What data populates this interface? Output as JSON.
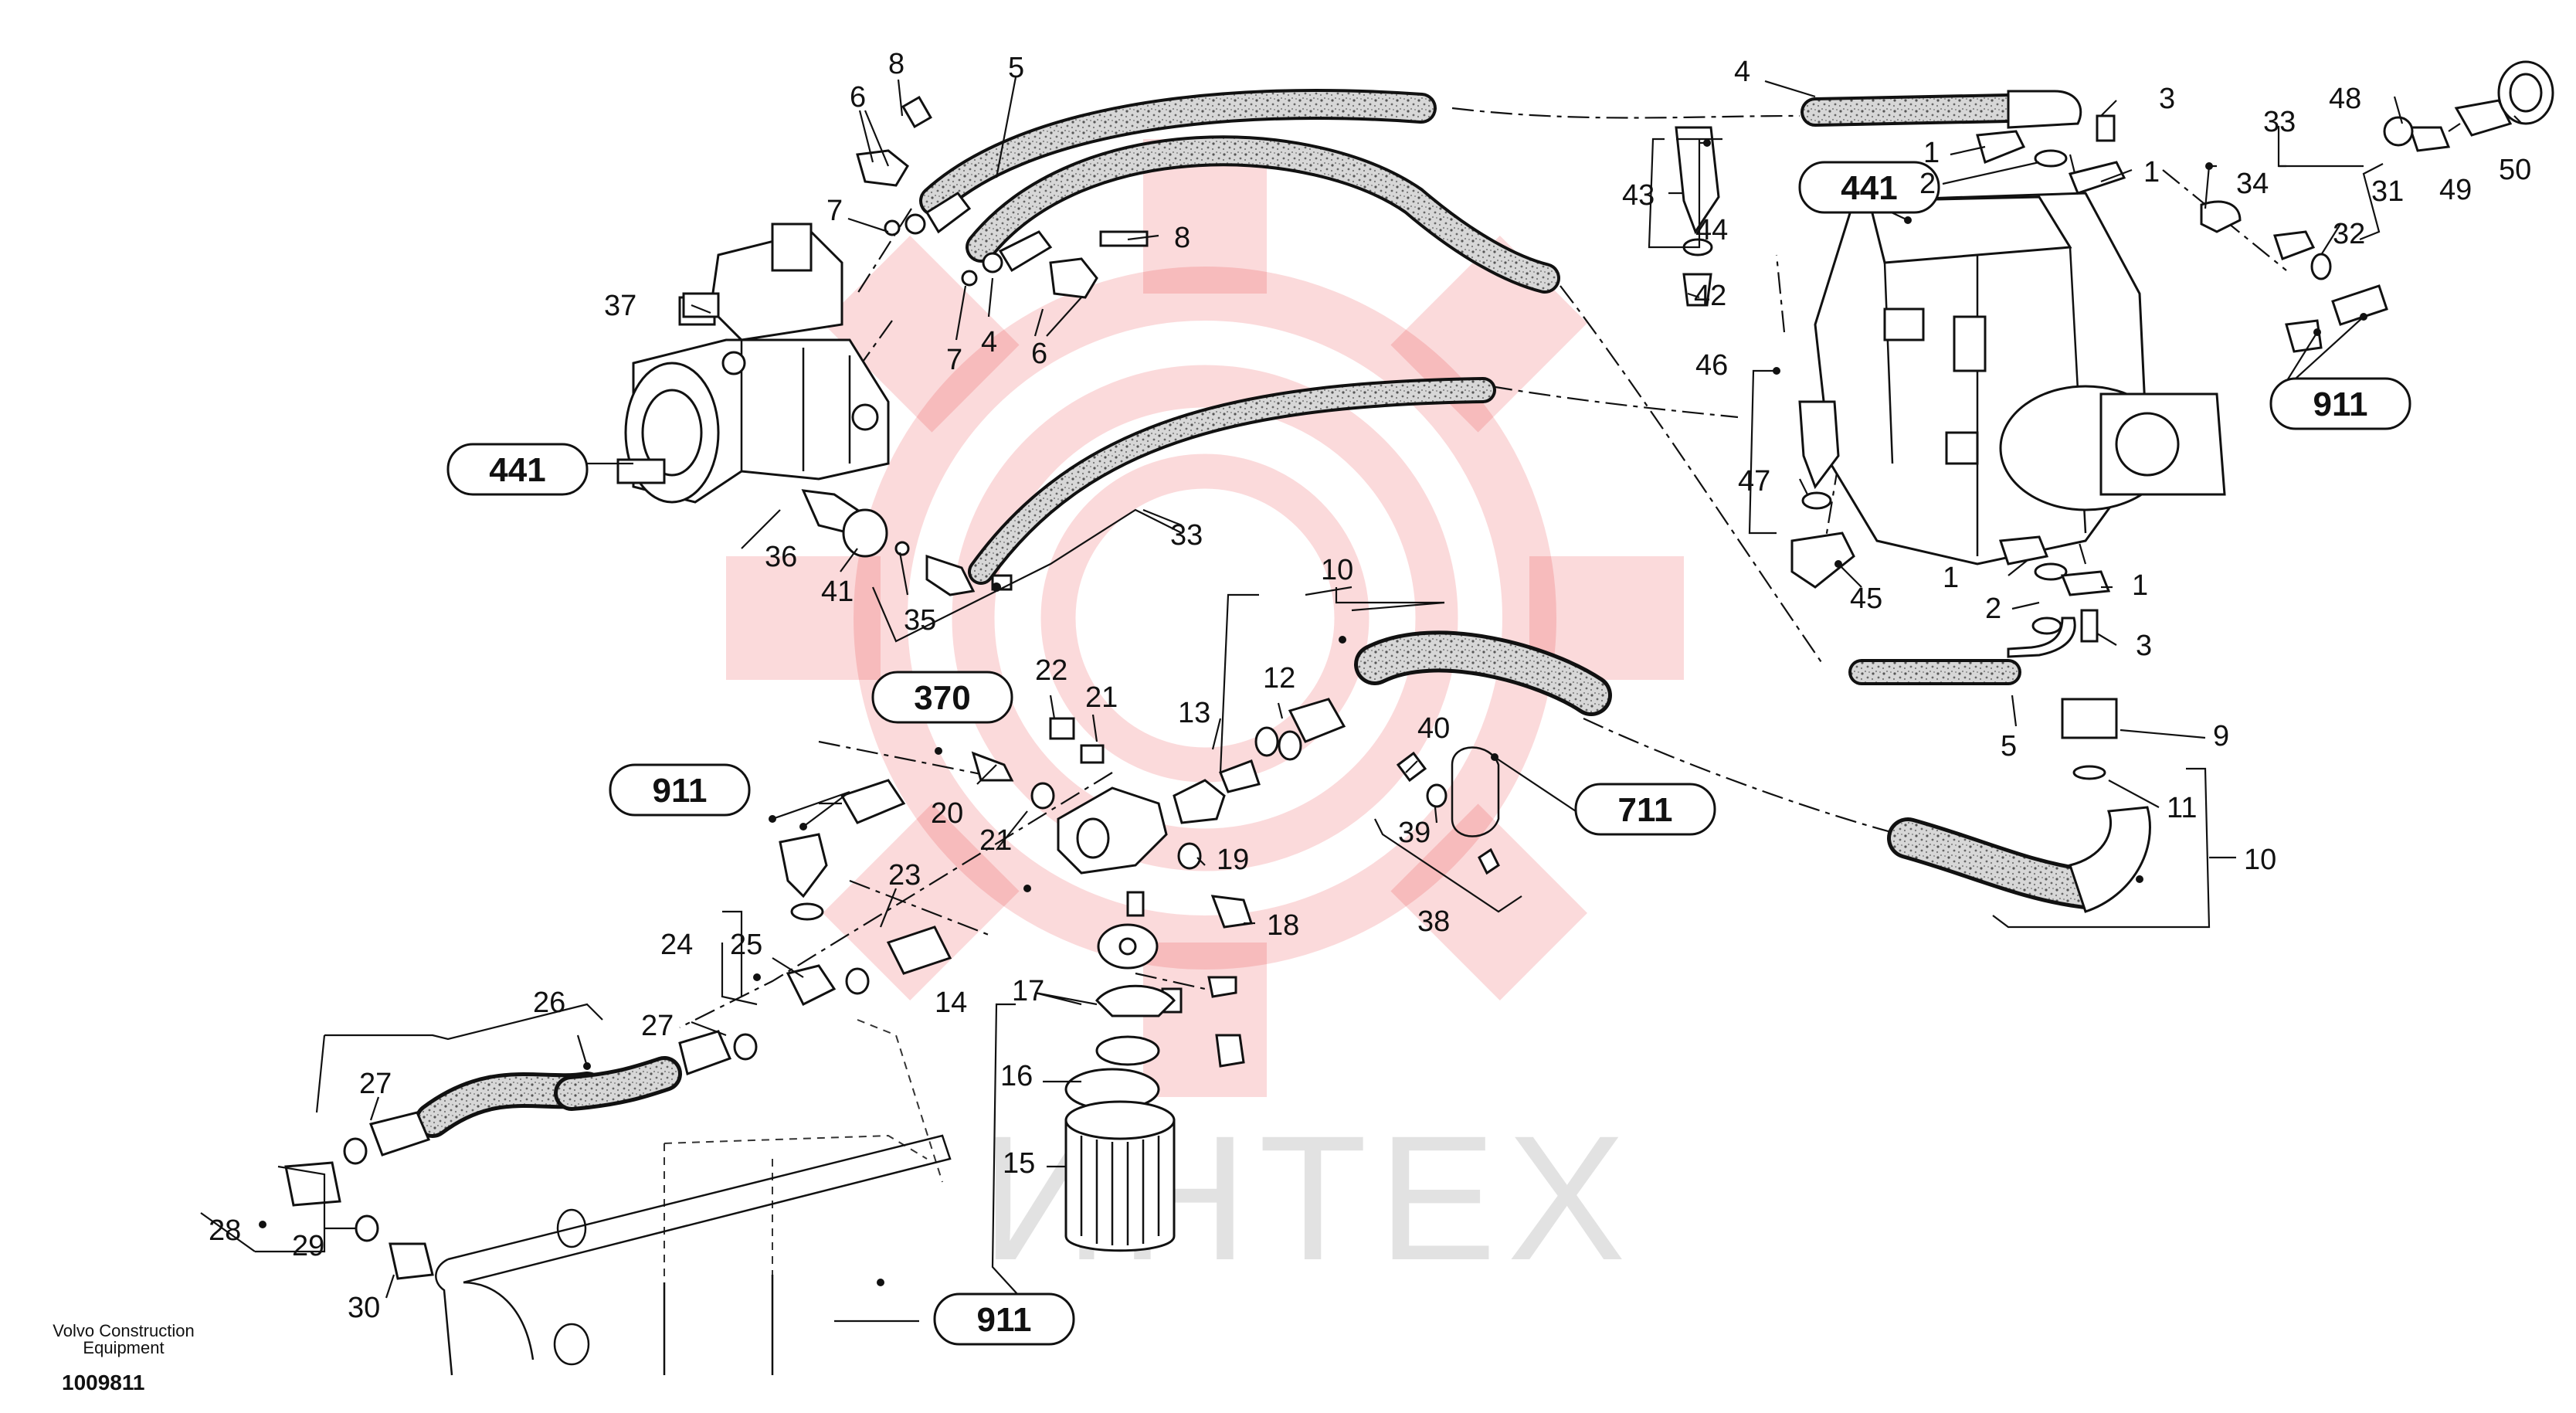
{
  "watermark": {
    "text": "ИНТЕХ",
    "color": "#e8171e"
  },
  "brand": {
    "line1": "Volvo Construction",
    "line2": "Equipment"
  },
  "document_number": "1009811",
  "ref_boxes": {
    "r441_left": "441",
    "r441_right": "441",
    "r370": "370",
    "r911_right": "911",
    "r911_left": "911",
    "r911_bottom": "911",
    "r711": "711"
  },
  "part_labels": {
    "p8a": "8",
    "p5a": "5",
    "p6a": "6",
    "p7a": "7",
    "p37": "37",
    "p7b": "7",
    "p4a": "4",
    "p8b": "8",
    "p6b": "6",
    "p36": "36",
    "p41": "41",
    "p35": "35",
    "p33a": "33",
    "p4b": "4",
    "p3a": "3",
    "p1a": "1",
    "p2a": "2",
    "p1b": "1",
    "p43": "43",
    "p44": "44",
    "p42": "42",
    "p33b": "33",
    "p48": "48",
    "p34": "34",
    "p31": "31",
    "p32": "32",
    "p49": "49",
    "p50": "50",
    "p46": "46",
    "p47": "47",
    "p45": "45",
    "p1c": "1",
    "p2b": "2",
    "p1d": "1",
    "p3b": "3",
    "p5b": "5",
    "p9": "9",
    "p11": "11",
    "p10a": "10",
    "p10b": "10",
    "p12": "12",
    "p13": "13",
    "p22": "22",
    "p21a": "21",
    "p40": "40",
    "p39": "39",
    "p38": "38",
    "p20": "20",
    "p21b": "21",
    "p19": "19",
    "p18": "18",
    "p23": "23",
    "p24": "24",
    "p25": "25",
    "p26": "26",
    "p27a": "27",
    "p27b": "27",
    "p17": "17",
    "p14": "14",
    "p16": "16",
    "p15": "15",
    "p28": "28",
    "p29": "29",
    "p30": "30"
  },
  "colors": {
    "ink": "#111111",
    "hose_fill": "#c9c9c9"
  }
}
